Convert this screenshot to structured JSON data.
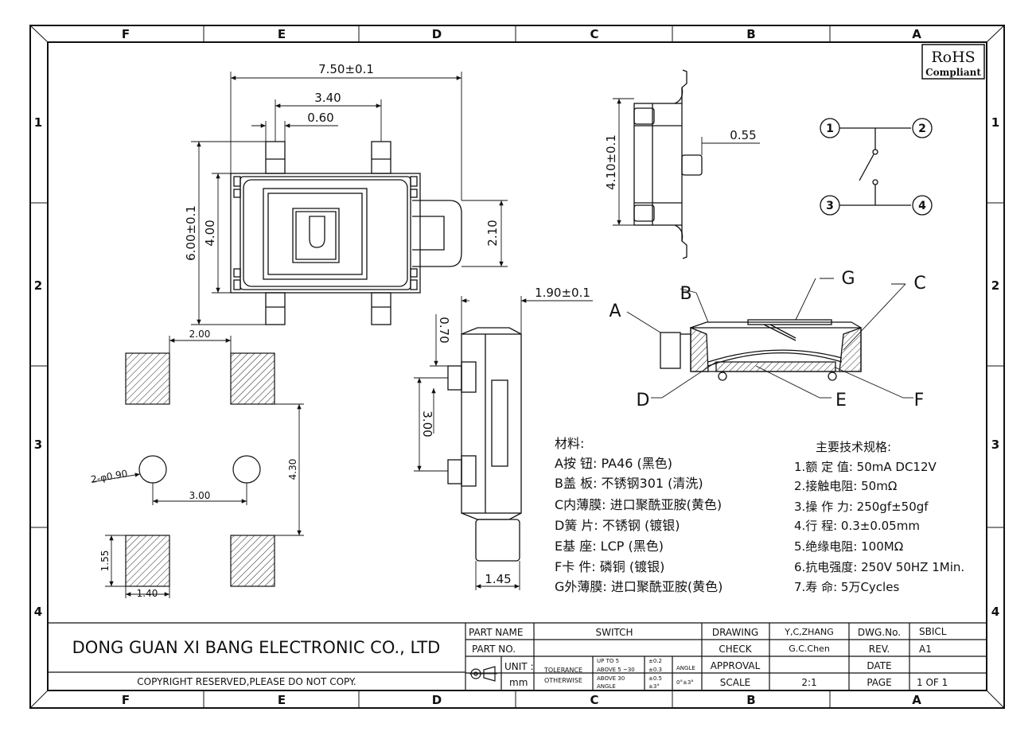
{
  "grid": {
    "columns": [
      "F",
      "E",
      "D",
      "C",
      "B",
      "A"
    ],
    "rows": [
      "1",
      "2",
      "3",
      "4"
    ]
  },
  "rohs": {
    "title": "RoHS",
    "subtitle": "Compliant"
  },
  "top_view": {
    "width": "7.50±0.1",
    "pin_pitch": "3.40",
    "pin_width": "0.60",
    "height": "6.00±0.1",
    "body_height": "4.00",
    "tab_width": "2.10"
  },
  "side_view": {
    "height": "4.10±0.1",
    "stem": "0.55"
  },
  "front_view": {
    "thickness": "1.90±0.1",
    "top_gap": "0.70",
    "pitch": "3.00",
    "stem_width": "1.45"
  },
  "pcb_layout": {
    "pad_gap": "2.00",
    "hole": "2-φ0.90",
    "hole_pitch": "3.00",
    "vertical": "4.30",
    "pad_h": "1.55",
    "pad_w": "1.40"
  },
  "schematic": {
    "pins": [
      "1",
      "2",
      "3",
      "4"
    ]
  },
  "section": {
    "labels": [
      "A",
      "B",
      "G",
      "C",
      "D",
      "E",
      "F"
    ]
  },
  "materials": {
    "title": "材料:",
    "items": [
      "A按  钮: PA46 (黑色)",
      "B盖  板: 不锈钢301 (清洗)",
      "C内薄膜: 进口聚酰亚胺(黄色)",
      "D簧  片: 不锈钢 (镀银)",
      "E基  座: LCP (黑色)",
      "F卡  件: 磷铜 (镀银)",
      "G外薄膜: 进口聚酰亚胺(黄色)"
    ]
  },
  "specs": {
    "title": "主要技术规格:",
    "items": [
      "1.额 定 值: 50mA DC12V",
      "2.接触电阻: 50mΩ",
      "3.操 作 力: 250gf±50gf",
      "4.行    程: 0.3±0.05mm",
      "5.绝缘电阻: 100MΩ",
      "6.抗电强度: 250V 50HZ 1Min.",
      "7.寿    命: 5万Cycles"
    ]
  },
  "title_block": {
    "company": "DONG GUAN XI BANG ELECTRONIC CO., LTD",
    "copyright": "COPYRIGHT RESERVED,PLEASE DO NOT COPY.",
    "part_name_label": "PART NAME",
    "part_name": "SWITCH",
    "part_no_label": "PART NO.",
    "unit_label": "UNIT :",
    "unit": "mm",
    "tolerance_label": "TOLERANCE",
    "otherwise_label": "OTHERWISE",
    "tol_rows": [
      {
        "range": "UP TO 5",
        "val": "±0.2"
      },
      {
        "range": "ABOVE 5 ~30",
        "val": "±0.3"
      },
      {
        "range": "ABOVE 30",
        "val": "±0.5"
      }
    ],
    "angle_row_label": "ANGLE",
    "angle_row_val": "±3°",
    "angle_label": "ANGLE",
    "angle_val": "0°±3°",
    "drawing_label": "DRAWING",
    "drawing": "Y,C,ZHANG",
    "check_label": "CHECK",
    "check": "G.C.Chen",
    "approval_label": "APPROVAL",
    "scale_label": "SCALE",
    "scale": "2:1",
    "dwg_label": "DWG.No.",
    "dwg": "SBICL",
    "rev_label": "REV.",
    "rev": "A1",
    "date_label": "DATE",
    "page_label": "PAGE",
    "page": "1 OF 1"
  }
}
